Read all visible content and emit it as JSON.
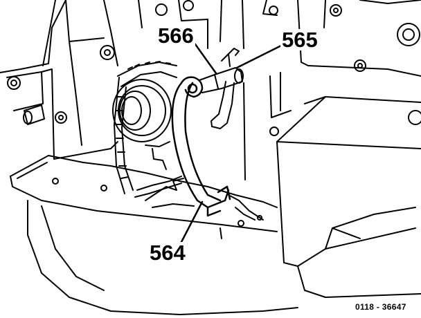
{
  "figure": {
    "callouts": {
      "c566": "566",
      "c565": "565",
      "c564": "564"
    },
    "reference_code": "0118 - 36647"
  },
  "colors": {
    "ink": "#000000",
    "paper": "#ffffff"
  }
}
